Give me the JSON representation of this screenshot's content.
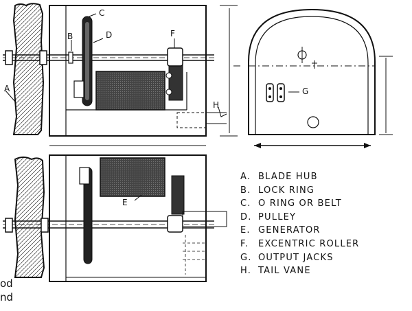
{
  "labels": {
    "a": "A",
    "b": "B",
    "c": "C",
    "d": "D",
    "e": "E",
    "f": "F",
    "g": "G",
    "h": "H"
  },
  "legend": [
    {
      "key": "A.",
      "text": "BLADE HUB"
    },
    {
      "key": "B.",
      "text": "LOCK RING"
    },
    {
      "key": "C.",
      "text": "O RING OR BELT"
    },
    {
      "key": "D.",
      "text": "PULLEY"
    },
    {
      "key": "E.",
      "text": "GENERATOR"
    },
    {
      "key": "F.",
      "text": "EXCENTRIC ROLLER"
    },
    {
      "key": "G.",
      "text": "OUTPUT JACKS"
    },
    {
      "key": "H.",
      "text": "TAIL VANE"
    }
  ],
  "fragments": [
    "od",
    "nd"
  ]
}
